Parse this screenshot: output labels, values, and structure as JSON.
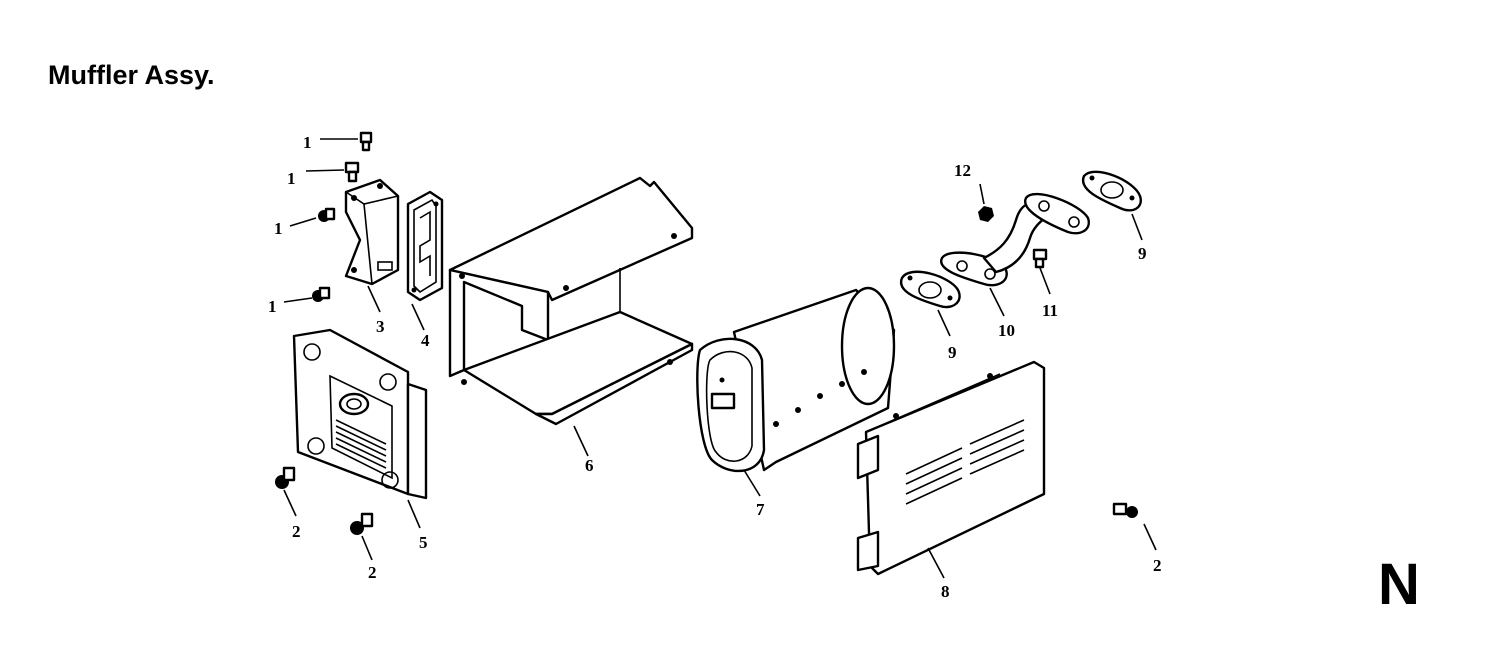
{
  "header": {
    "title": "Muffler Assy."
  },
  "corner_letter": "N",
  "parts": {
    "p1a": "1",
    "p1b": "1",
    "p1c": "1",
    "p1d": "1",
    "p2a": "2",
    "p2b": "2",
    "p2c": "2",
    "p3": "3",
    "p4": "4",
    "p5": "5",
    "p6": "6",
    "p7": "7",
    "p8": "8",
    "p9a": "9",
    "p9b": "9",
    "p10": "10",
    "p11": "11",
    "p12": "12"
  }
}
